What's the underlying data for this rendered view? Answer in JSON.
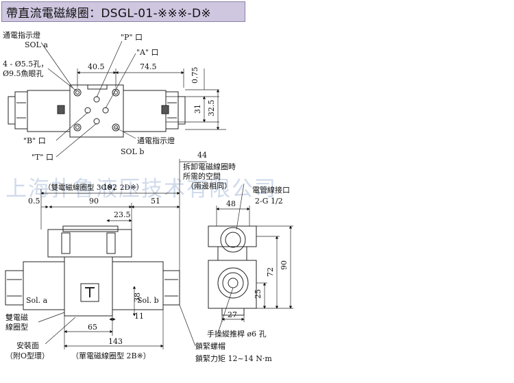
{
  "title": "帶直流電磁線圈：DSGL-01-※※※-D※",
  "watermark": "上海扑鲁液压技术有限公司",
  "top_view": {
    "sol_a_label_1": "通電指示燈",
    "sol_a_label_2": "SOL a",
    "bolt_label_1": "4 - Ø5.5孔，",
    "bolt_label_2": "Ø9.5魚眼孔",
    "port_p": "\"P\" 口",
    "port_a": "\"A\" 口",
    "port_b": "\"B\" 口",
    "port_t": "\"T\" 口",
    "sol_b_label_1": "通電指示燈",
    "sol_b_label_2": "SOL b",
    "dim_405": "40.5",
    "dim_745": "74.5",
    "dim_075": "0.75",
    "dim_31": "31",
    "dim_325": "32.5"
  },
  "front_view": {
    "dim_192": "192",
    "double_coil_note": "（雙電磁線圈型 3C※，2D※）",
    "dim_05": "0.5",
    "dim_90": "90",
    "dim_51": "51",
    "dim_235": "23.5",
    "dim_38": "38",
    "dim_11": "11",
    "dim_65": "65",
    "dim_143": "143",
    "sol_a": "Sol. a",
    "sol_b": "Sol. b",
    "double_coil_label_1": "雙電磁",
    "double_coil_label_2": "線圈型",
    "mount_label_1": "安裝面",
    "mount_label_2": "（附O型環）",
    "single_coil_note": "（單電磁線圈型 2B※）",
    "lock_nut_1": "鎖緊螺帽",
    "lock_nut_2": "鎖緊力矩 12~14 N·m"
  },
  "side_view": {
    "dim_44": "44",
    "removal_1": "拆卸電磁線圈時",
    "removal_2": "所需的空間",
    "removal_3": "（兩邊相同）",
    "conduit_1": "電管線接口",
    "conduit_2": "2-G 1/2",
    "dim_48": "48",
    "dim_90": "90",
    "dim_72": "72",
    "dim_25": "25",
    "dim_27": "27",
    "manual_pin": "手操縱推桿 ø6 孔"
  }
}
